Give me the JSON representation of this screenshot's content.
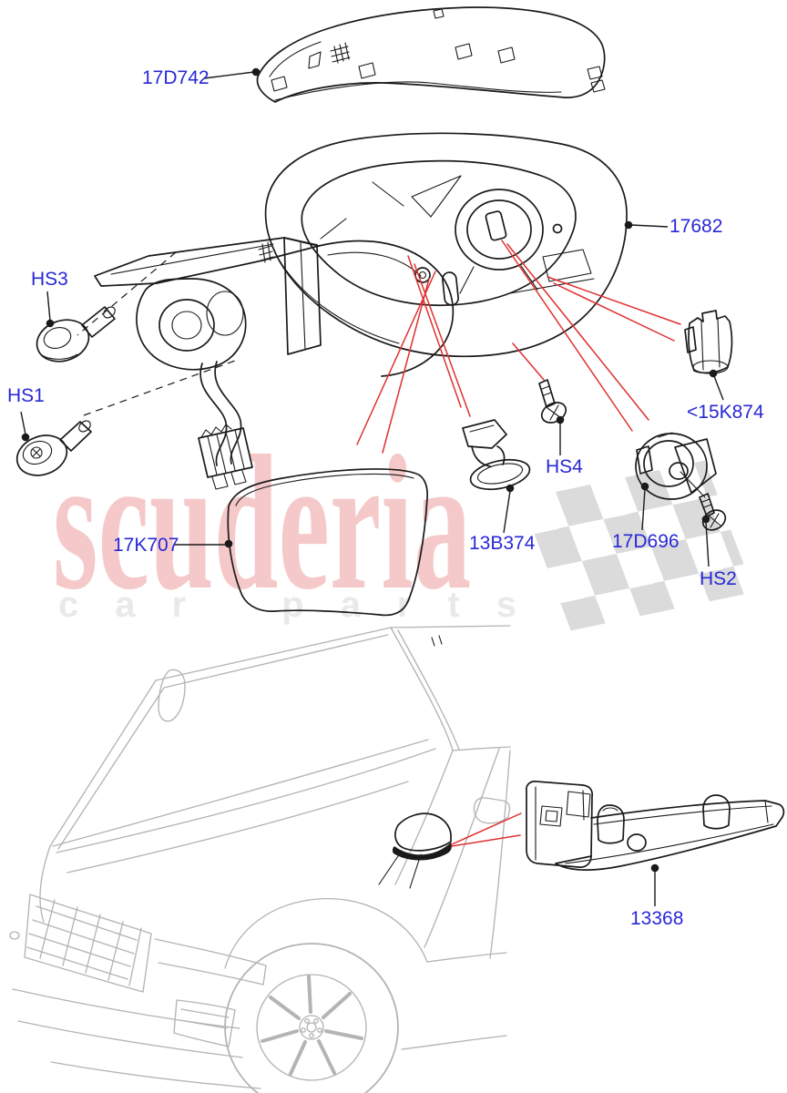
{
  "page": {
    "background": "#ffffff"
  },
  "watermark": {
    "brand": "scuderia",
    "sub": "car parts",
    "brand_color": "#f5c9c9",
    "sub_color": "#e9e9e9",
    "checker_color": "#d9d9d9"
  },
  "labels": [
    {
      "id": "17D742",
      "text": "17D742",
      "part": "mirror-head-cover-cap"
    },
    {
      "id": "17682",
      "text": "17682",
      "part": "mirror-housing"
    },
    {
      "id": "HS3",
      "text": "HS3",
      "part": "screw-hs3"
    },
    {
      "id": "HS1",
      "text": "HS1",
      "part": "screw-hs1"
    },
    {
      "id": "17K707",
      "text": "17K707",
      "part": "mirror-glass"
    },
    {
      "id": "13B374",
      "text": "13B374",
      "part": "grommet"
    },
    {
      "id": "HS4",
      "text": "HS4",
      "part": "screw-hs4"
    },
    {
      "id": "17D696",
      "text": "17D696",
      "part": "mirror-motor"
    },
    {
      "id": "15K874",
      "text": "<15K874",
      "part": "retainer-clip"
    },
    {
      "id": "HS2",
      "text": "HS2",
      "part": "screw-hs2"
    },
    {
      "id": "13368",
      "text": "13368",
      "part": "turn-signal-lamp"
    }
  ],
  "colors": {
    "label_blue": "#2828d7",
    "leader_red": "#e03030",
    "line_black": "#1a1a1a",
    "car_gray": "#b4b4b4"
  }
}
